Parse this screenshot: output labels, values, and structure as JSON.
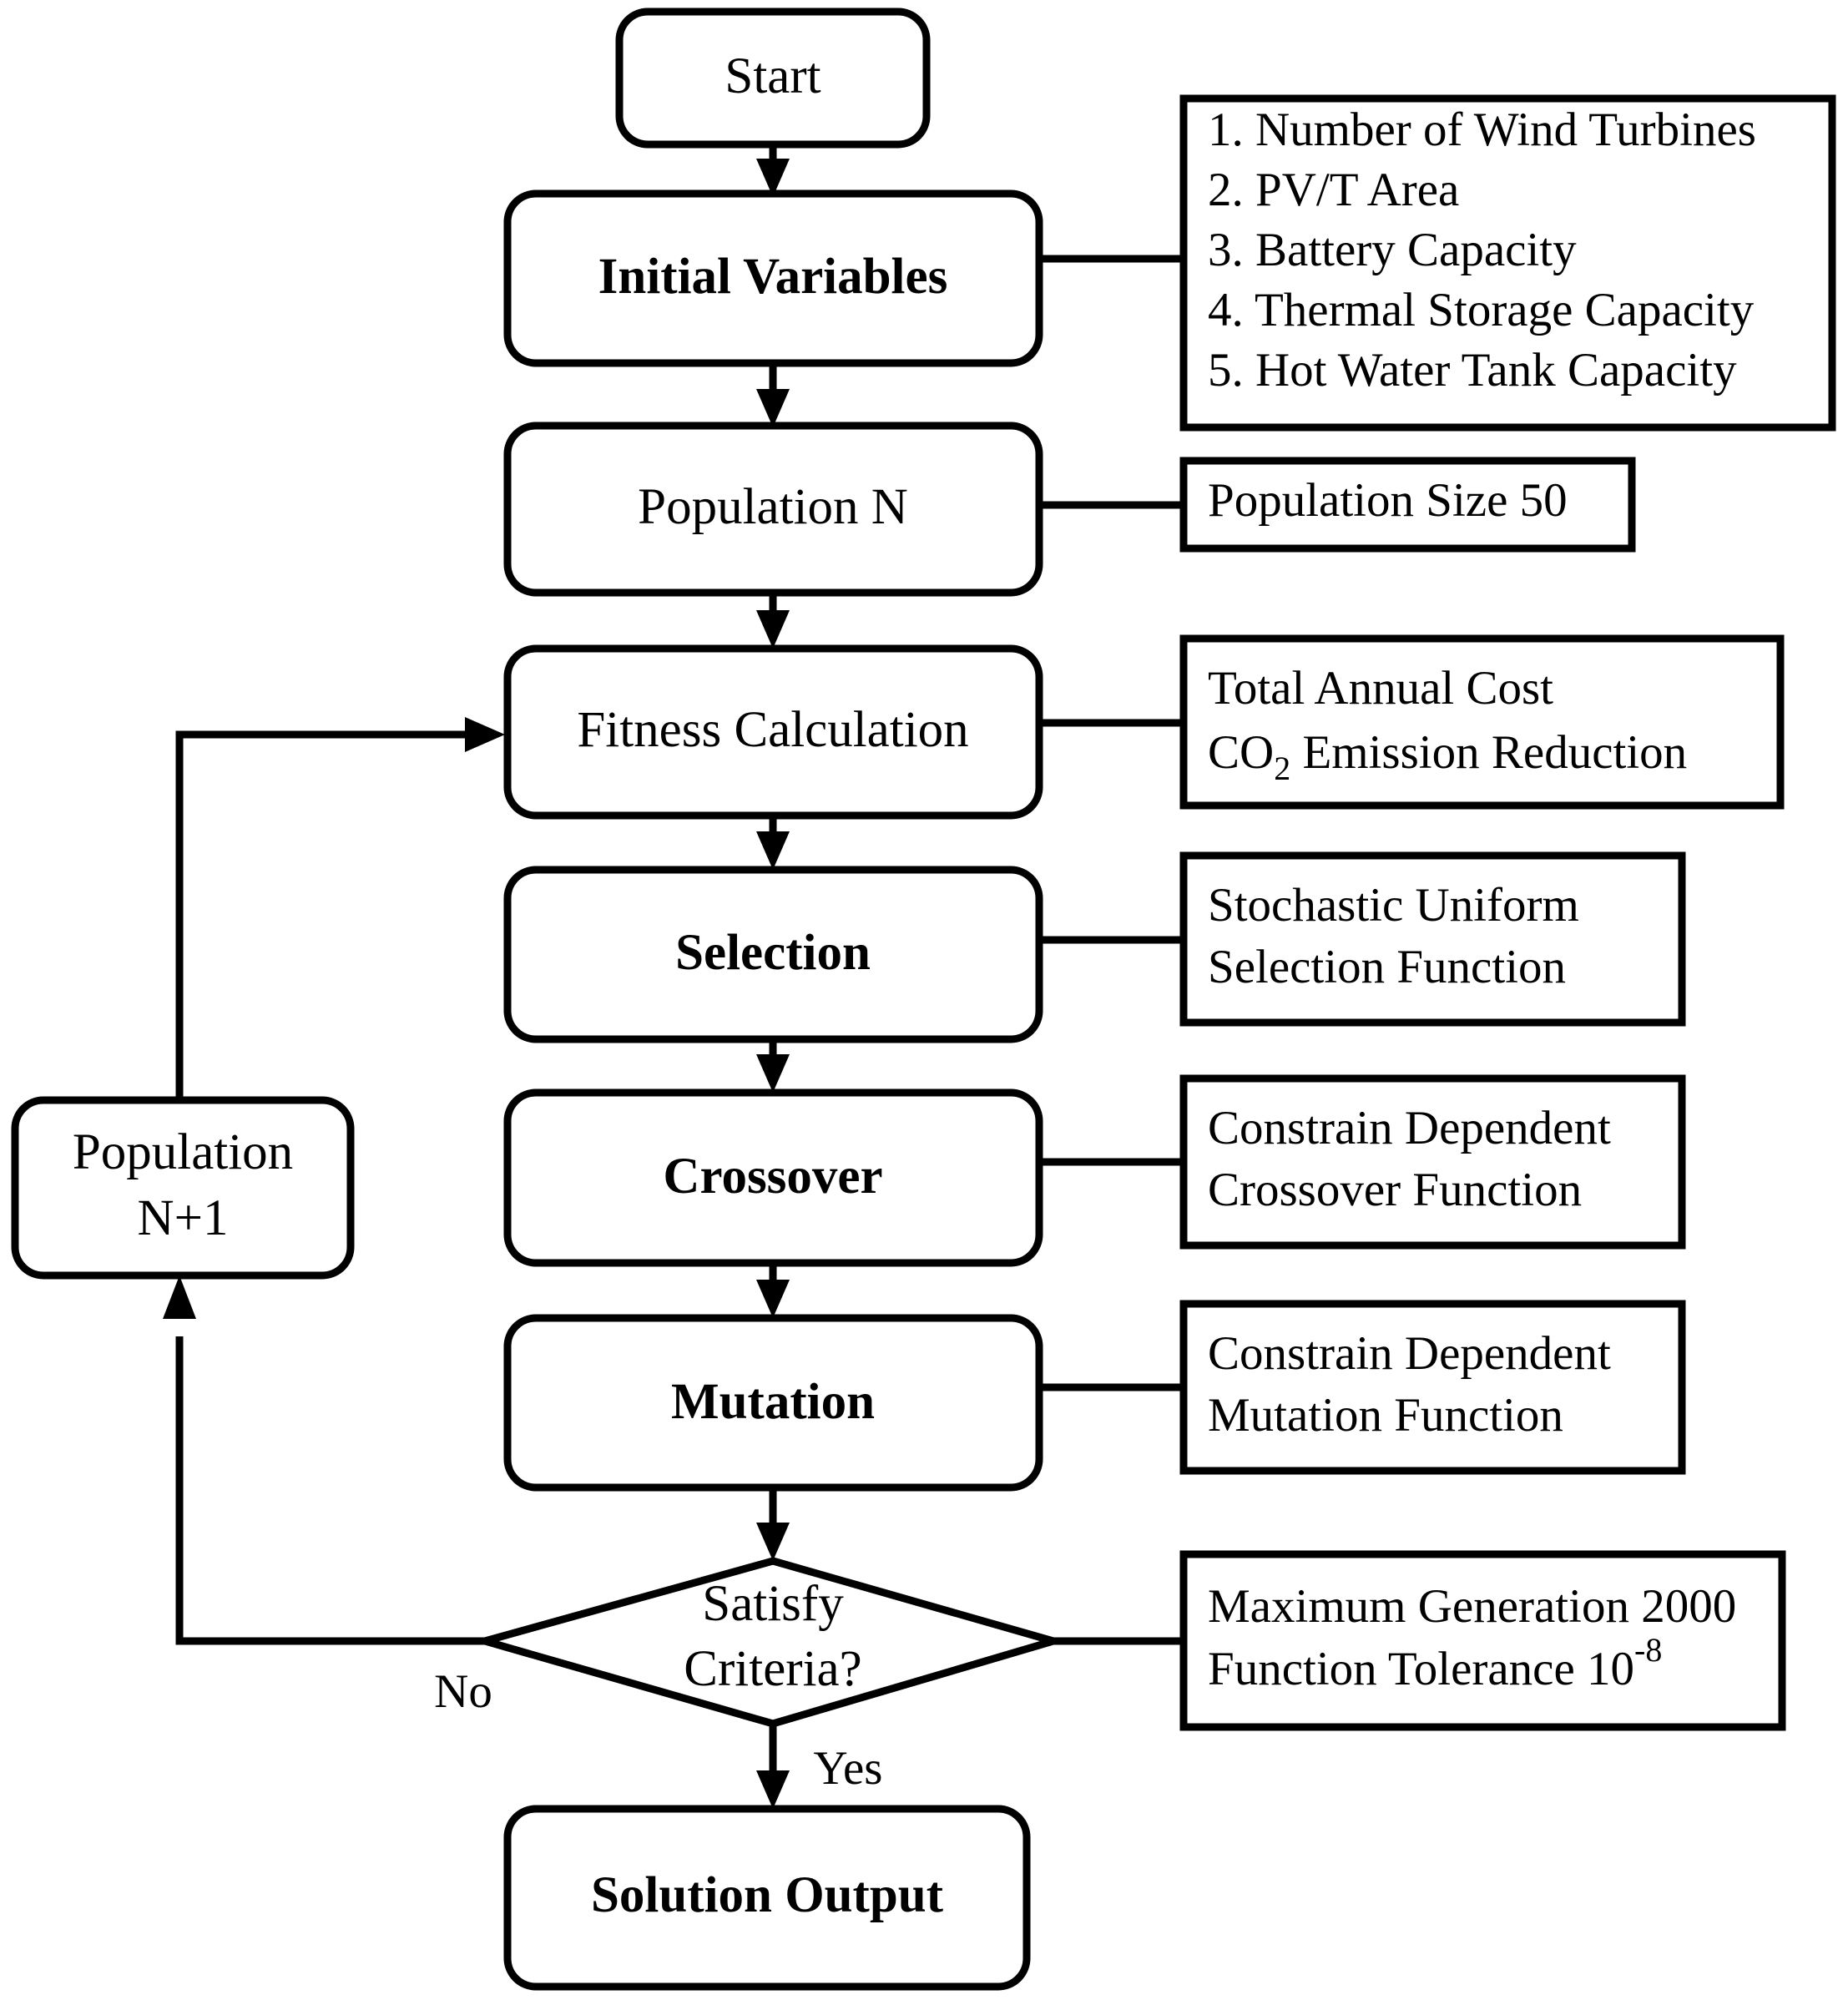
{
  "diagram": {
    "title": "Genetic Algorithm Optimization Flowchart",
    "type": "flowchart",
    "background_color": "#FFFFFF",
    "line_color": "#000000"
  },
  "nodes": {
    "start": {
      "label": "Start",
      "shape": "rounded-rectangle"
    },
    "initial_variables": {
      "label": "Initial Variables",
      "shape": "rounded-rectangle"
    },
    "population_n": {
      "label": "Population N",
      "shape": "rounded-rectangle"
    },
    "fitness_calculation": {
      "label": "Fitness Calculation",
      "shape": "rounded-rectangle"
    },
    "selection": {
      "label": "Selection",
      "shape": "rounded-rectangle"
    },
    "crossover": {
      "label": "Crossover",
      "shape": "rounded-rectangle"
    },
    "mutation": {
      "label": "Mutation",
      "shape": "rounded-rectangle"
    },
    "decision": {
      "label_line1": "Satisfy",
      "label_line2": "Criteria?",
      "shape": "diamond"
    },
    "population_n_plus_1": {
      "label_line1": "Population",
      "label_line2": "N+1",
      "shape": "rounded-rectangle"
    },
    "solution_output": {
      "label": "Solution Output",
      "shape": "rounded-rectangle"
    }
  },
  "annotations": {
    "initial_variables_note": {
      "lines": [
        "1. Number of Wind Turbines",
        "2. PV/T Area",
        "3. Battery  Capacity",
        "4. Thermal Storage Capacity",
        "5. Hot Water Tank Capacity"
      ]
    },
    "population_note": {
      "lines": [
        "Population Size 50"
      ]
    },
    "fitness_note": {
      "line1": "Total Annual Cost",
      "line2_prefix": "CO",
      "line2_sub": "2",
      "line2_suffix": " Emission Reduction"
    },
    "selection_note": {
      "lines": [
        "Stochastic Uniform",
        "Selection Function"
      ]
    },
    "crossover_note": {
      "lines": [
        "Constrain Dependent",
        "Crossover Function"
      ]
    },
    "mutation_note": {
      "lines": [
        "Constrain Dependent",
        "Mutation Function"
      ]
    },
    "criteria_note": {
      "line1": "Maximum  Generation 2000",
      "line2_prefix": "Function Tolerance 10",
      "line2_sup": "-8"
    }
  },
  "edge_labels": {
    "no": "No",
    "yes": "Yes"
  }
}
